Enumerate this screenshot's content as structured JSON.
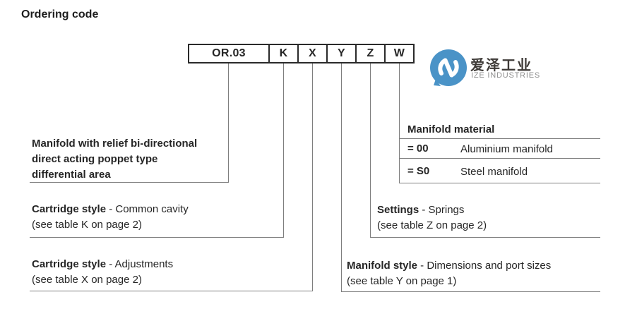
{
  "title": "Ordering code",
  "code_row": {
    "boxes": [
      "OR.03",
      "K",
      "X",
      "Y",
      "Z",
      "W"
    ]
  },
  "logo": {
    "name_cn": "爱泽工业",
    "name_en": "IZE INDUSTRIES",
    "brand_blue": "#4a93c7"
  },
  "material_table": {
    "header": "Manifold material",
    "rows": [
      {
        "code": "= 00",
        "desc": "Aluminium manifold"
      },
      {
        "code": "= S0",
        "desc": "Steel manifold"
      }
    ]
  },
  "callouts": {
    "or03": {
      "lines": [
        "Manifold with relief bi-directional",
        "direct acting poppet type",
        "differential area"
      ]
    },
    "k": {
      "title": "Cartridge style",
      "detail": " - Common cavity",
      "note": "(see table K on page 2)"
    },
    "x": {
      "title": "Cartridge style",
      "detail": " - Adjustments",
      "note": "(see table X on page 2)"
    },
    "y": {
      "title": "Manifold style",
      "detail": " - Dimensions and port sizes",
      "note": "(see table Y on page 1)"
    },
    "z": {
      "title": "Settings",
      "detail": " - Springs",
      "note": "(see table Z on page 2)"
    }
  }
}
